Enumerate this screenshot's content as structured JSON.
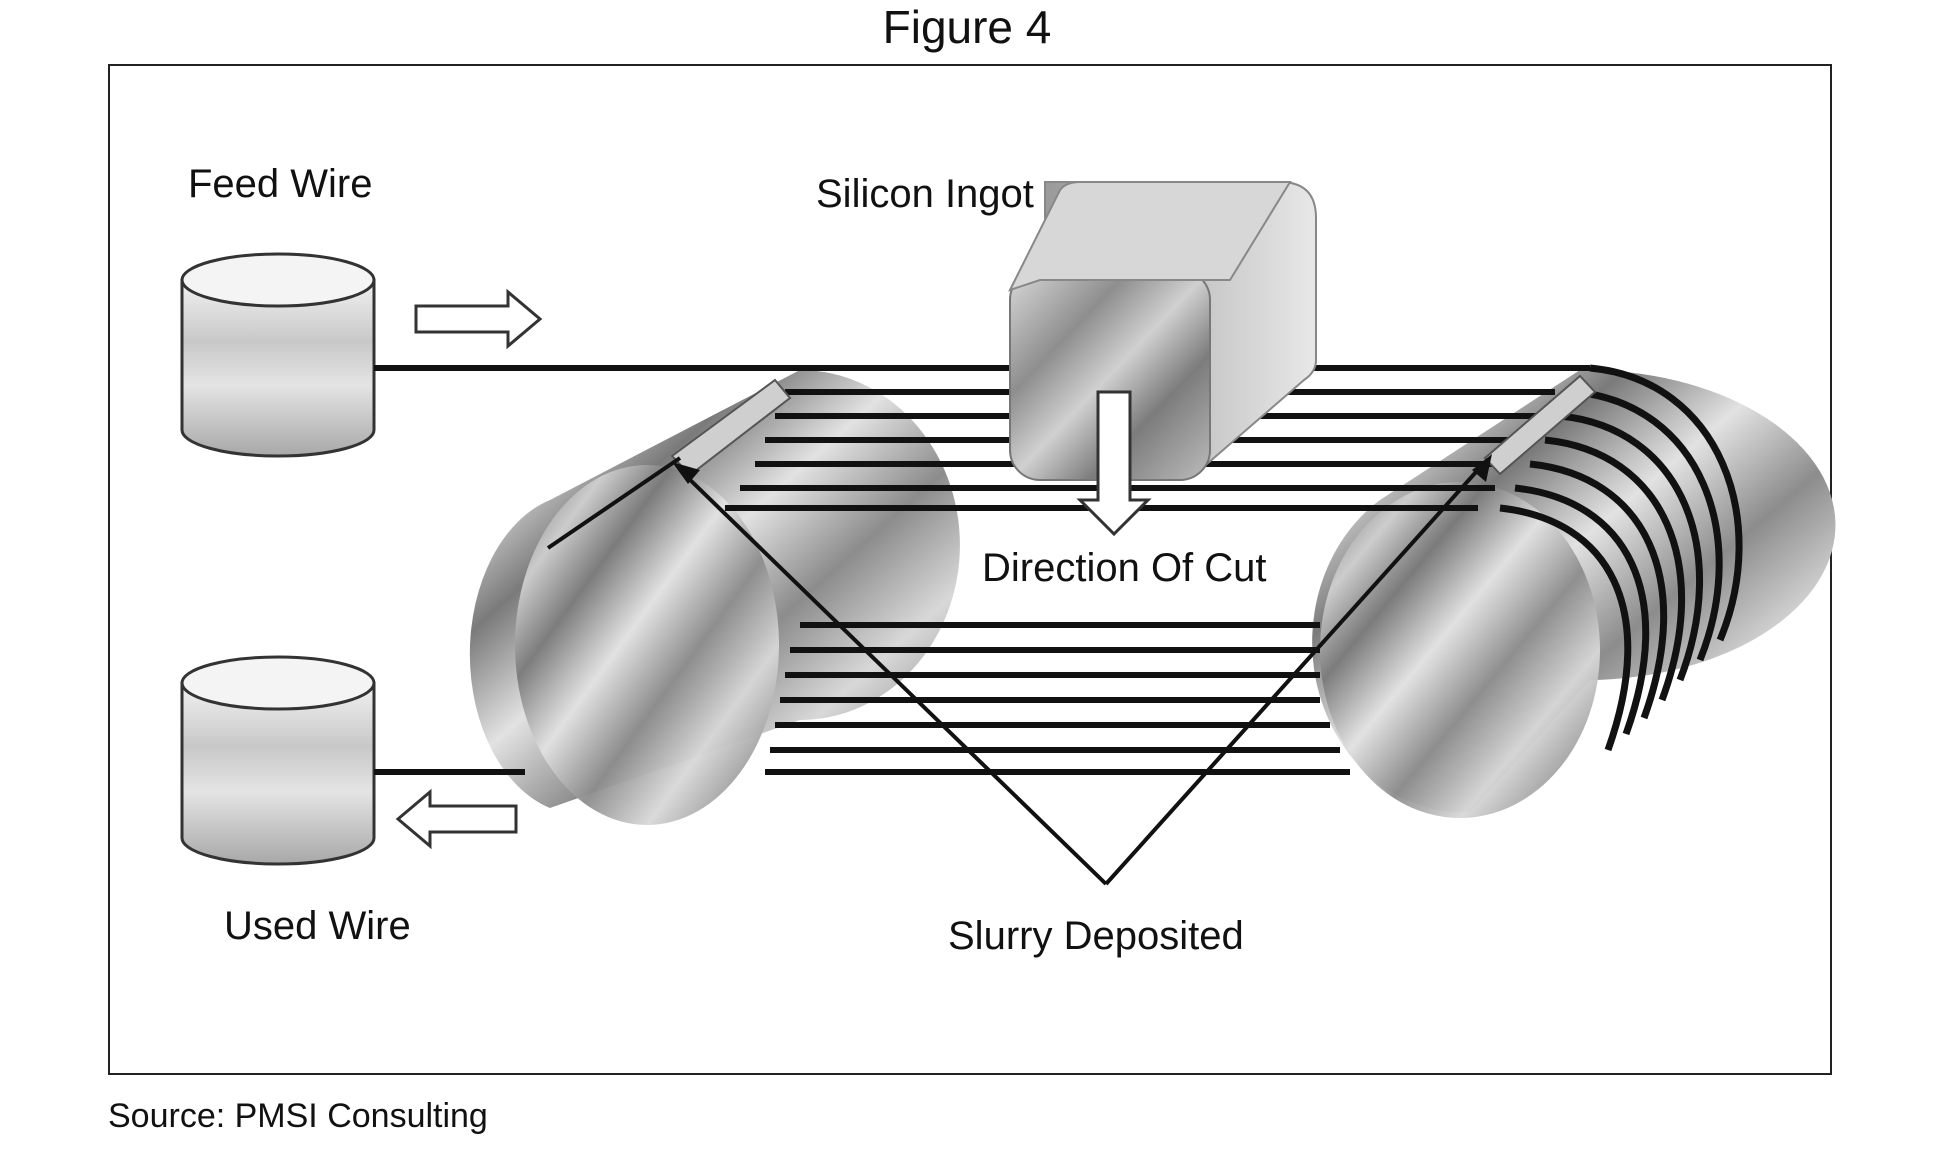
{
  "figure": {
    "title": "Figure 4",
    "source": "Source: PMSI Consulting"
  },
  "labels": {
    "feed_wire": "Feed Wire",
    "silicon_ingot": "Silicon Ingot",
    "direction_of_cut": "Direction Of Cut",
    "used_wire": "Used Wire",
    "slurry_deposited": "Slurry Deposited"
  },
  "icons": {
    "feed_spool": "spool-icon",
    "used_spool": "spool-icon",
    "feed_direction": "arrow-right-icon",
    "return_direction": "arrow-left-icon",
    "cut_direction": "arrow-down-icon"
  },
  "colors": {
    "wire": "#111111",
    "metal_light": "#e6e6e6",
    "metal_dark": "#555555",
    "frame": "#222222"
  }
}
